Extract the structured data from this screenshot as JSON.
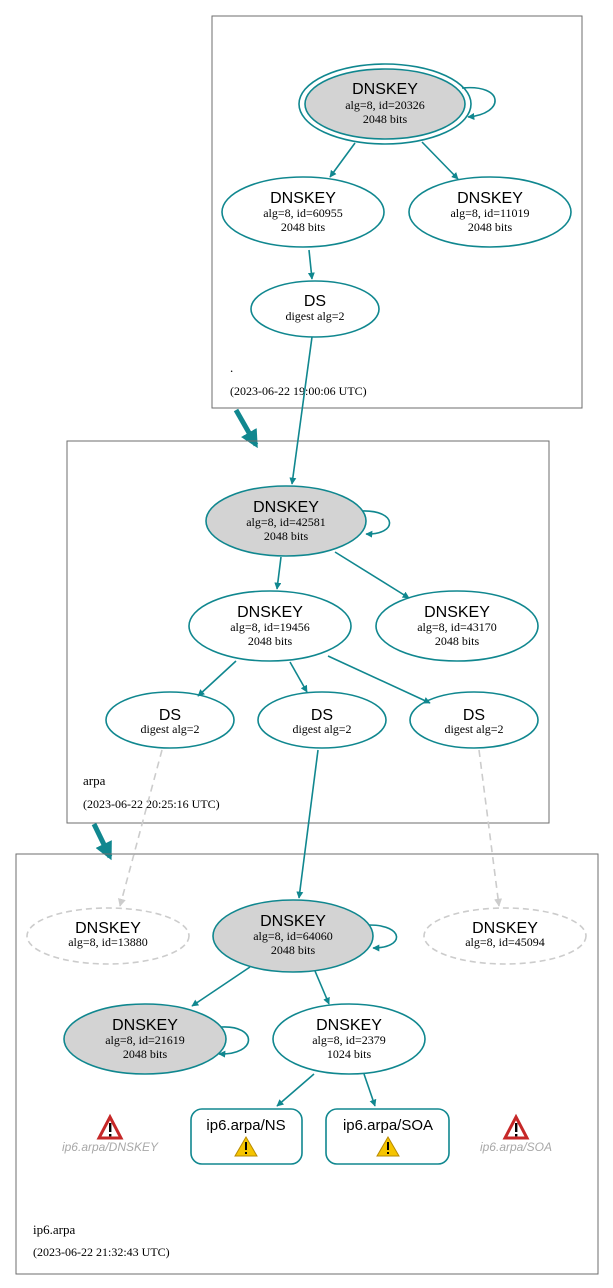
{
  "colors": {
    "edge": "#10878f",
    "node_fill_ksk": "#d3d3d3",
    "node_stroke": "#10878f",
    "missing": "#cccccc",
    "zone_border": "#6e6e6e",
    "warn_red": "#c62828",
    "warn_yellow": "#f5c400",
    "missing_text": "#a8a8a8"
  },
  "zones": {
    "root": {
      "name": ".",
      "timestamp": "(2023-06-22 19:00:06 UTC)",
      "nodes": [
        {
          "title": "DNSKEY",
          "l1": "alg=8, id=20326",
          "l2": "2048 bits"
        },
        {
          "title": "DNSKEY",
          "l1": "alg=8, id=60955",
          "l2": "2048 bits"
        },
        {
          "title": "DNSKEY",
          "l1": "alg=8, id=11019",
          "l2": "2048 bits"
        },
        {
          "title": "DS",
          "l1": "digest alg=2",
          "l2": ""
        }
      ]
    },
    "arpa": {
      "name": "arpa",
      "timestamp": "(2023-06-22 20:25:16 UTC)",
      "nodes": [
        {
          "title": "DNSKEY",
          "l1": "alg=8, id=42581",
          "l2": "2048 bits"
        },
        {
          "title": "DNSKEY",
          "l1": "alg=8, id=19456",
          "l2": "2048 bits"
        },
        {
          "title": "DNSKEY",
          "l1": "alg=8, id=43170",
          "l2": "2048 bits"
        },
        {
          "title": "DS",
          "l1": "digest alg=2",
          "l2": ""
        },
        {
          "title": "DS",
          "l1": "digest alg=2",
          "l2": ""
        },
        {
          "title": "DS",
          "l1": "digest alg=2",
          "l2": ""
        }
      ]
    },
    "ip6arpa": {
      "name": "ip6.arpa",
      "timestamp": "(2023-06-22 21:32:43 UTC)",
      "nodes": [
        {
          "title": "DNSKEY",
          "l1": "alg=8, id=13880",
          "l2": ""
        },
        {
          "title": "DNSKEY",
          "l1": "alg=8, id=64060",
          "l2": "2048 bits"
        },
        {
          "title": "DNSKEY",
          "l1": "alg=8, id=45094",
          "l2": ""
        },
        {
          "title": "DNSKEY",
          "l1": "alg=8, id=21619",
          "l2": "2048 bits"
        },
        {
          "title": "DNSKEY",
          "l1": "alg=8, id=2379",
          "l2": "1024 bits"
        }
      ],
      "rrsets": [
        {
          "label": "ip6.arpa/NS"
        },
        {
          "label": "ip6.arpa/SOA"
        }
      ],
      "missing": [
        {
          "label": "ip6.arpa/DNSKEY"
        },
        {
          "label": "ip6.arpa/SOA"
        }
      ]
    }
  }
}
